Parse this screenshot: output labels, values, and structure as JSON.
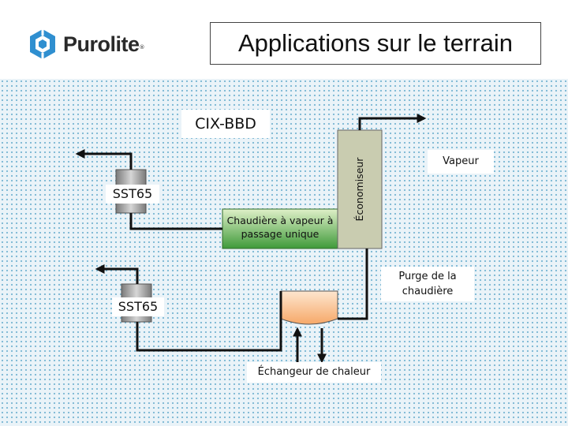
{
  "header": {
    "brand": "Purolite",
    "title": "Applications sur le terrain"
  },
  "diagram": {
    "cix_label": "CIX-BBD",
    "sst_top": "SST65",
    "sst_bottom": "SST65",
    "boiler": "Chaudière à vapeur à passage unique",
    "economizer": "Économiseur",
    "steam": "Vapeur",
    "blowdown": "Purge de la chaudière",
    "heat_exchanger": "Échangeur de chaleur"
  },
  "colors": {
    "brand_blue": "#2f8fd0",
    "boiler_green": "#3f9a3a",
    "economizer_fill": "#c9ccb0",
    "exchanger_orange": "#f6b27c",
    "column_gray": "#a8a8a8"
  }
}
